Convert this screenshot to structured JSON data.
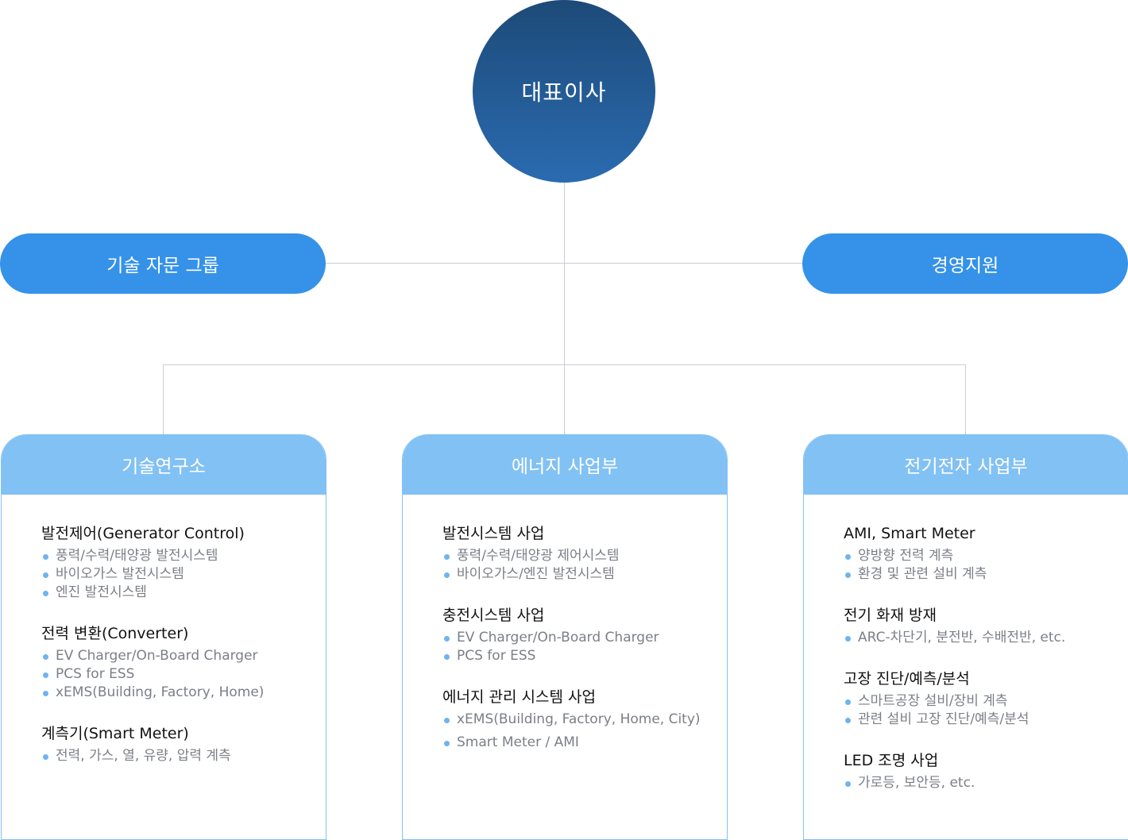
{
  "ceo": {
    "label": "대표이사"
  },
  "advisory": {
    "label": "기술 자문 그룹"
  },
  "management": {
    "label": "경영지원"
  },
  "departments": [
    {
      "title": "기술연구소",
      "sections": [
        {
          "title": "발전제어(Generator Control)",
          "items": [
            "풍력/수력/태양광 발전시스템",
            "바이오가스 발전시스템",
            "엔진 발전시스템"
          ]
        },
        {
          "title": "전력 변환(Converter)",
          "items": [
            "EV Charger/On-Board Charger",
            "PCS for ESS",
            "xEMS(Building, Factory, Home)"
          ]
        },
        {
          "title": "계측기(Smart Meter)",
          "items": [
            "전력, 가스, 열, 유량, 압력 계측"
          ]
        }
      ]
    },
    {
      "title": "에너지 사업부",
      "sections": [
        {
          "title": "발전시스템 사업",
          "items": [
            "풍력/수력/태양광 제어시스템",
            "바이오가스/엔진 발전시스템"
          ]
        },
        {
          "title": "충전시스템 사업",
          "items": [
            "EV Charger/On-Board Charger",
            "PCS for ESS"
          ]
        },
        {
          "title": "에너지 관리 시스템 사업",
          "items": [
            "xEMS(Building, Factory, Home, City)",
            "Smart Meter / AMI"
          ]
        }
      ]
    },
    {
      "title": "전기전자 사업부",
      "sections": [
        {
          "title": "AMI, Smart Meter",
          "items": [
            "양방향 전력 계측",
            "환경 및 관련 설비 계측"
          ]
        },
        {
          "title": "전기 화재 방재",
          "items": [
            "ARC-차단기, 분전반, 수배전반, etc."
          ]
        },
        {
          "title": "고장 진단/예측/분석",
          "items": [
            "스마트공장 설비/장비 계측",
            "관련 설비 고장 진단/예측/분석"
          ]
        },
        {
          "title": "LED 조명 사업",
          "items": [
            "가로등, 보안등, etc."
          ]
        }
      ]
    }
  ]
}
